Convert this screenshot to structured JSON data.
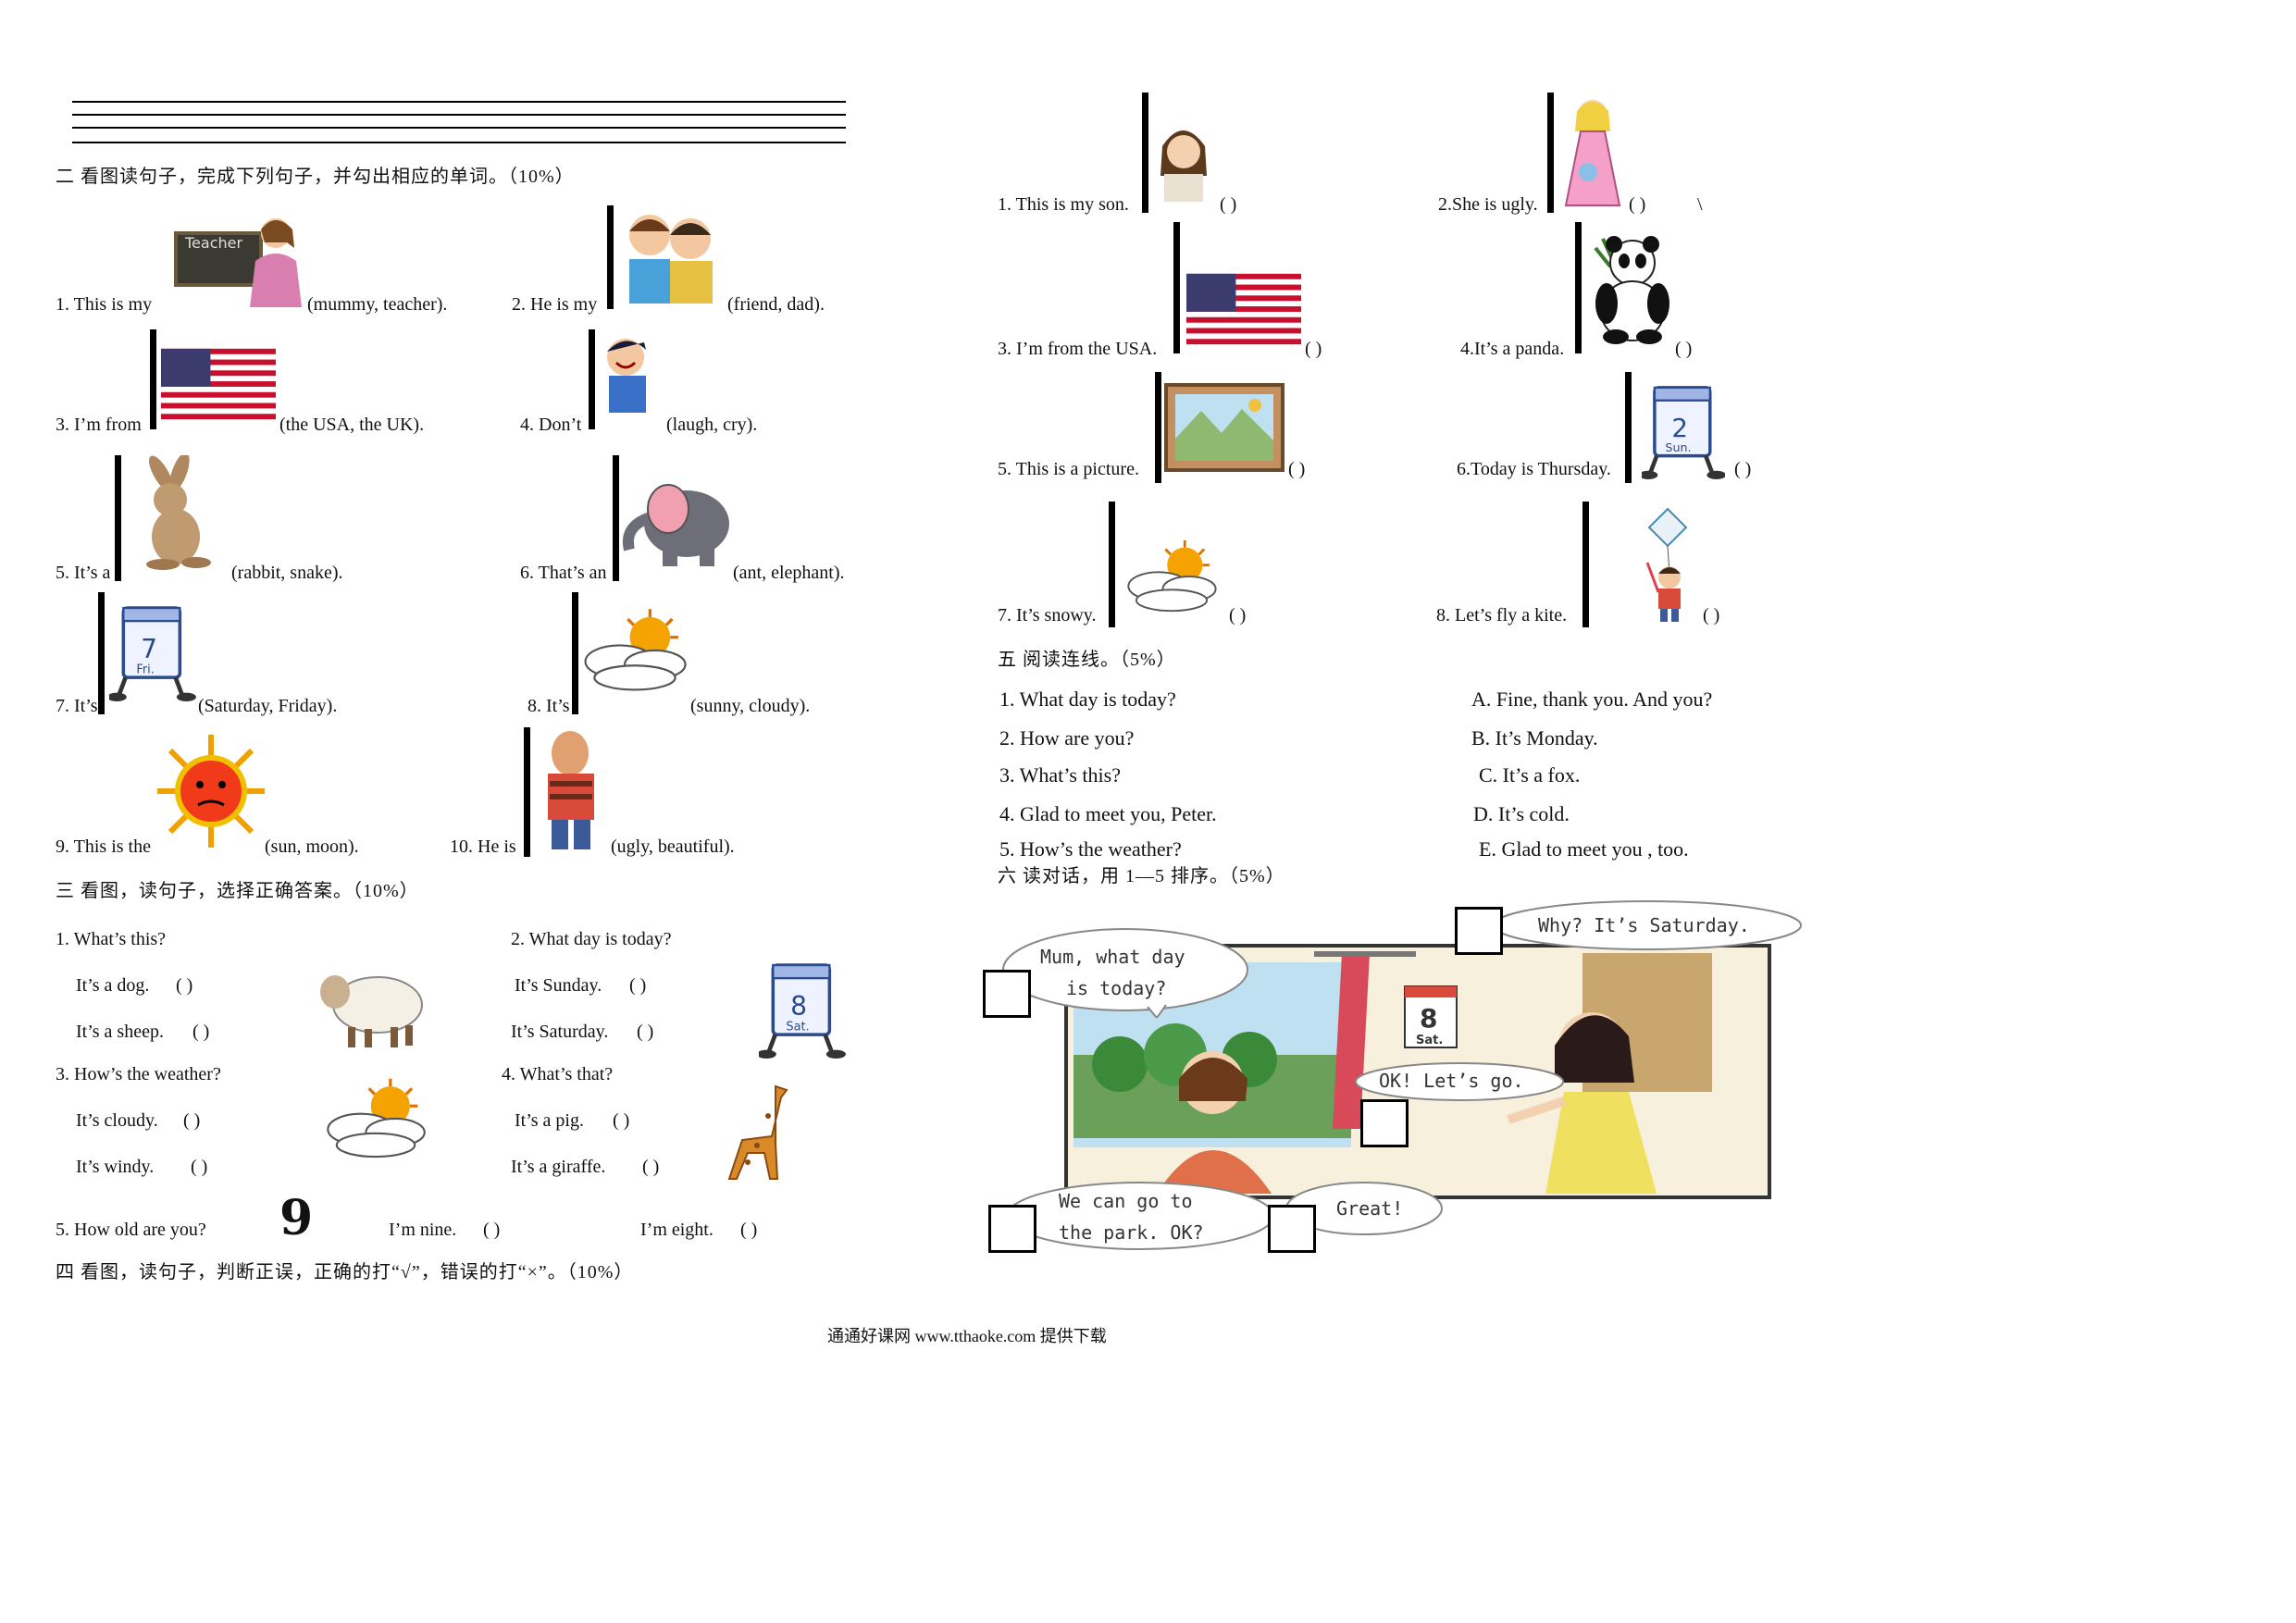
{
  "sec2": {
    "header": "二  看图读句子，完成下列句子，并勾出相应的单词。（10%）",
    "q1_pre": "1. This is my",
    "q1_opt": "(mummy, teacher).",
    "q1_sign": "Teacher",
    "q2_pre": "2. He is my",
    "q2_opt": "(friend, dad).",
    "q3_pre": "3. I’m from",
    "q3_opt": "(the USA, the UK).",
    "q4_pre": "4. Don’t",
    "q4_opt": "(laugh, cry).",
    "q5_pre": "5. It’s a",
    "q5_opt": "(rabbit, snake).",
    "q6_pre": "6. That’s an",
    "q6_opt": "(ant, elephant).",
    "q7_pre": "7. It’s",
    "q7_opt": "(Saturday, Friday).",
    "q7_cal_num": "7",
    "q7_cal_day": "Fri.",
    "q8_pre": "8. It’s",
    "q8_opt": "(sunny, cloudy).",
    "q9_pre": "9. This is the",
    "q9_opt": "(sun, moon).",
    "q10_pre": "10. He is",
    "q10_opt": "(ugly, beautiful)."
  },
  "sec3": {
    "header": "三  看图，读句子，选择正确答案。（10%）",
    "q1": "1. What’s this?",
    "q1a": "It’s a dog.",
    "q1b": "It’s a sheep.",
    "q2": "2. What day is today?",
    "q2a": "It’s Sunday.",
    "q2b": "It’s Saturday.",
    "q2_cal_num": "8",
    "q2_cal_day": "Sat.",
    "q3": "3. How’s the weather?",
    "q3a": "It’s cloudy.",
    "q3b": "It’s windy.",
    "q4": "4. What’s that?",
    "q4a": "It’s a pig.",
    "q4b": "It’s a giraffe.",
    "q5": "5. How old are you?",
    "q5_num": "9",
    "q5a": "I’m nine.",
    "q5b": "I’m eight."
  },
  "sec4": {
    "header": "四  看图，读句子，判断正误，正确的打“√”，错误的打“×”。（10%）",
    "s1": "1. This is my son.",
    "s2": "2.She is ugly.",
    "s2_tail": "\\",
    "s3": "3. I’m from the USA.",
    "s4": "4.It’s a panda.",
    "s5": "5. This is a picture.",
    "s6": "6.Today is Thursday.",
    "s6_cal_num": "2",
    "s6_cal_day": "Sun.",
    "s7": "7. It’s snowy.",
    "s8": "8. Let’s fly a kite."
  },
  "sec5": {
    "header": "五  阅读连线。（5%）",
    "left": [
      "1. What day is today?",
      "2. How are you?",
      "3. What’s this?",
      "4. Glad to meet you, Peter.",
      "5. How’s the weather?"
    ],
    "right": [
      "A. Fine, thank you. And you?",
      "B. It’s Monday.",
      "C. It’s a fox.",
      "D. It’s cold.",
      "E. Glad to meet you , too."
    ]
  },
  "sec6": {
    "header": "六  读对话，用 1—5 排序。（5%）",
    "bubble1_l1": "Mum,  what  day",
    "bubble1_l2": "is  today?",
    "bubble2": "Why?  It’s Saturday.",
    "bubble3": "OK!  Let’s  go.",
    "bubble4_l1": "We  can  go  to",
    "bubble4_l2": "the  park.  OK?",
    "bubble5": "Great!",
    "cal_num": "8",
    "cal_day": "Sat."
  },
  "paren": "(        )",
  "footer": "通通好课网  www.tthaoke.com  提供下载"
}
